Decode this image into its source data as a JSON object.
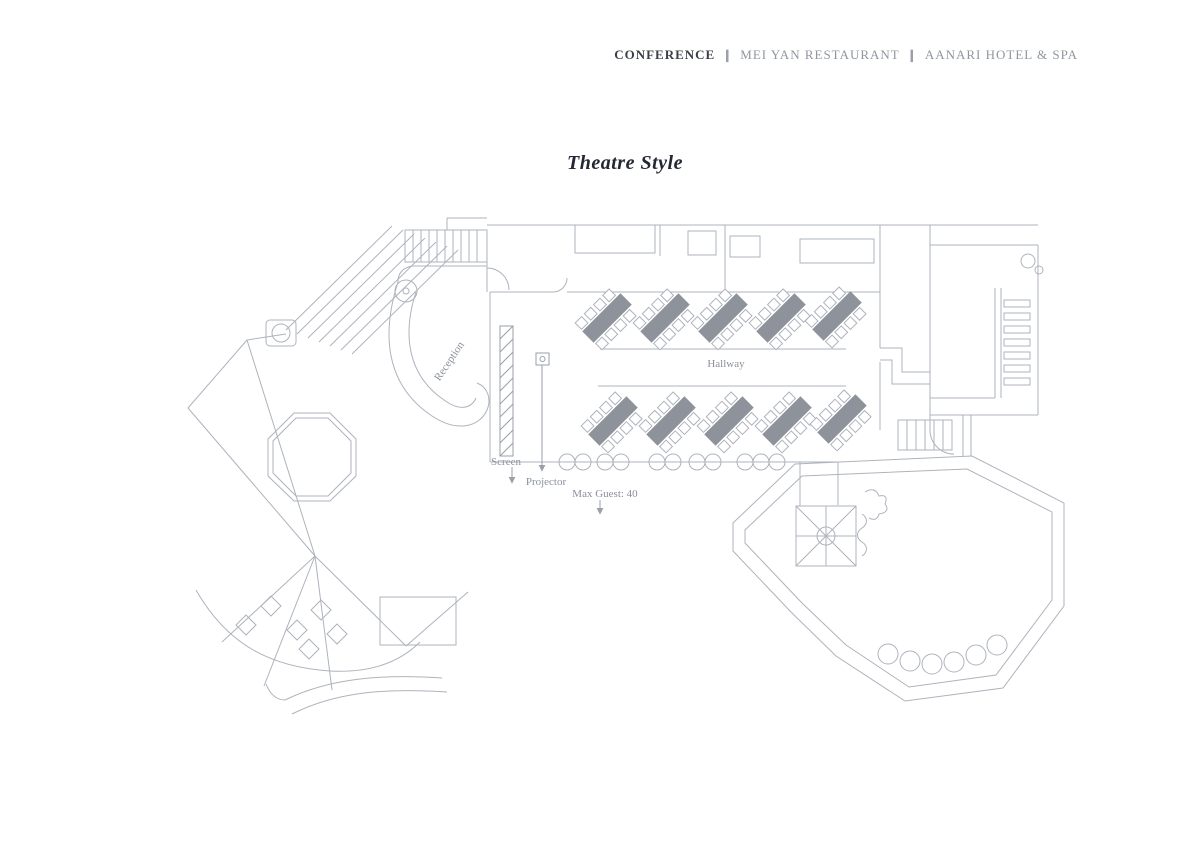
{
  "header": {
    "brand_primary": "CONFERENCE",
    "separator": "❙",
    "brand_secondary": "MEI YAN RESTAURANT",
    "brand_tertiary": "AANARI HOTEL & SPA"
  },
  "title": "Theatre Style",
  "plan": {
    "labels": {
      "reception": "Reception",
      "hallway": "Hallway",
      "screen": "Screen",
      "projector": "Projector",
      "max_guest": "Max Guest: 40"
    },
    "colors": {
      "line": "#aeb3bc",
      "line_dark": "#9aa0a8",
      "table_fill": "#8d929b",
      "label_text": "#8b909a",
      "header_primary": "#3b3f49",
      "header_secondary": "#9096a0",
      "title_text": "#242832",
      "background": "#ffffff"
    }
  }
}
